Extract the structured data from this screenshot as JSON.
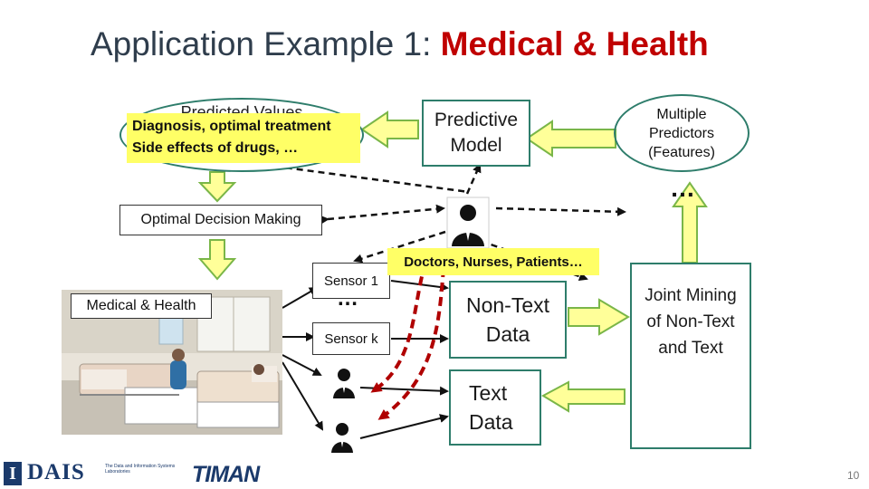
{
  "title": {
    "prefix": "Application Example 1: ",
    "highlight": "Medical & Health"
  },
  "predicted_values": {
    "label": "Predicted Values",
    "line1": "Diagnosis, optimal treatment",
    "line2": "Side effects of drugs, …"
  },
  "predictive_model": {
    "line1": "Predictive",
    "line2": "Model"
  },
  "multiple_predictors": {
    "line1": "Multiple",
    "line2": "Predictors",
    "line3": "(Features)"
  },
  "optimal_decision": "Optimal Decision Making",
  "medical_health": "Medical & Health",
  "sensor1": "Sensor 1",
  "sensork": "Sensor k",
  "sensor_ellipsis": "…",
  "predictors_ellipsis": "…",
  "doctors": "Doctors, Nurses, Patients…",
  "nontext": {
    "line1": "Non-Text",
    "line2": "Data"
  },
  "text_data": {
    "line1": "Text",
    "line2": "Data"
  },
  "joint_mining": {
    "line1": "Joint Mining",
    "line2": "of Non-Text",
    "line3": "and Text"
  },
  "logo_dais": "DAIS",
  "logo_dais_sub": "The Data and Information Systems Laboratories",
  "logo_timan": "TIMAN",
  "page_number": "10",
  "colors": {
    "title_accent": "#c00000",
    "arrow_fill": "#ffff99",
    "arrow_stroke": "#7ab648",
    "box_border": "#2e7d6b",
    "red_dashed": "#b00000"
  }
}
